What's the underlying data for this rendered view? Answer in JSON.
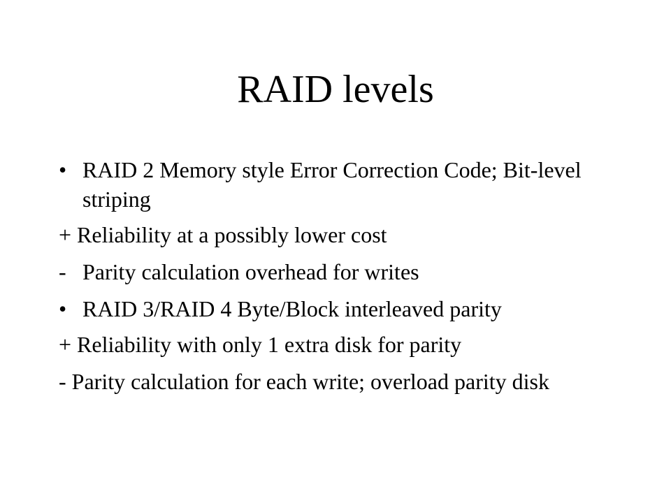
{
  "slide": {
    "title": "RAID levels",
    "items": [
      {
        "marker": "•",
        "text": "RAID 2 Memory style Error Correction Code; Bit-level striping"
      },
      {
        "marker": "",
        "text": "+ Reliability at a possibly lower cost"
      },
      {
        "marker": "-",
        "text": "Parity calculation overhead for writes"
      },
      {
        "marker": "•",
        "text": "RAID 3/RAID 4 Byte/Block interleaved parity"
      },
      {
        "marker": "",
        "text": "+ Reliability with only 1 extra disk for parity"
      },
      {
        "marker": "",
        "text": "- Parity calculation for each write; overload parity disk"
      }
    ]
  }
}
